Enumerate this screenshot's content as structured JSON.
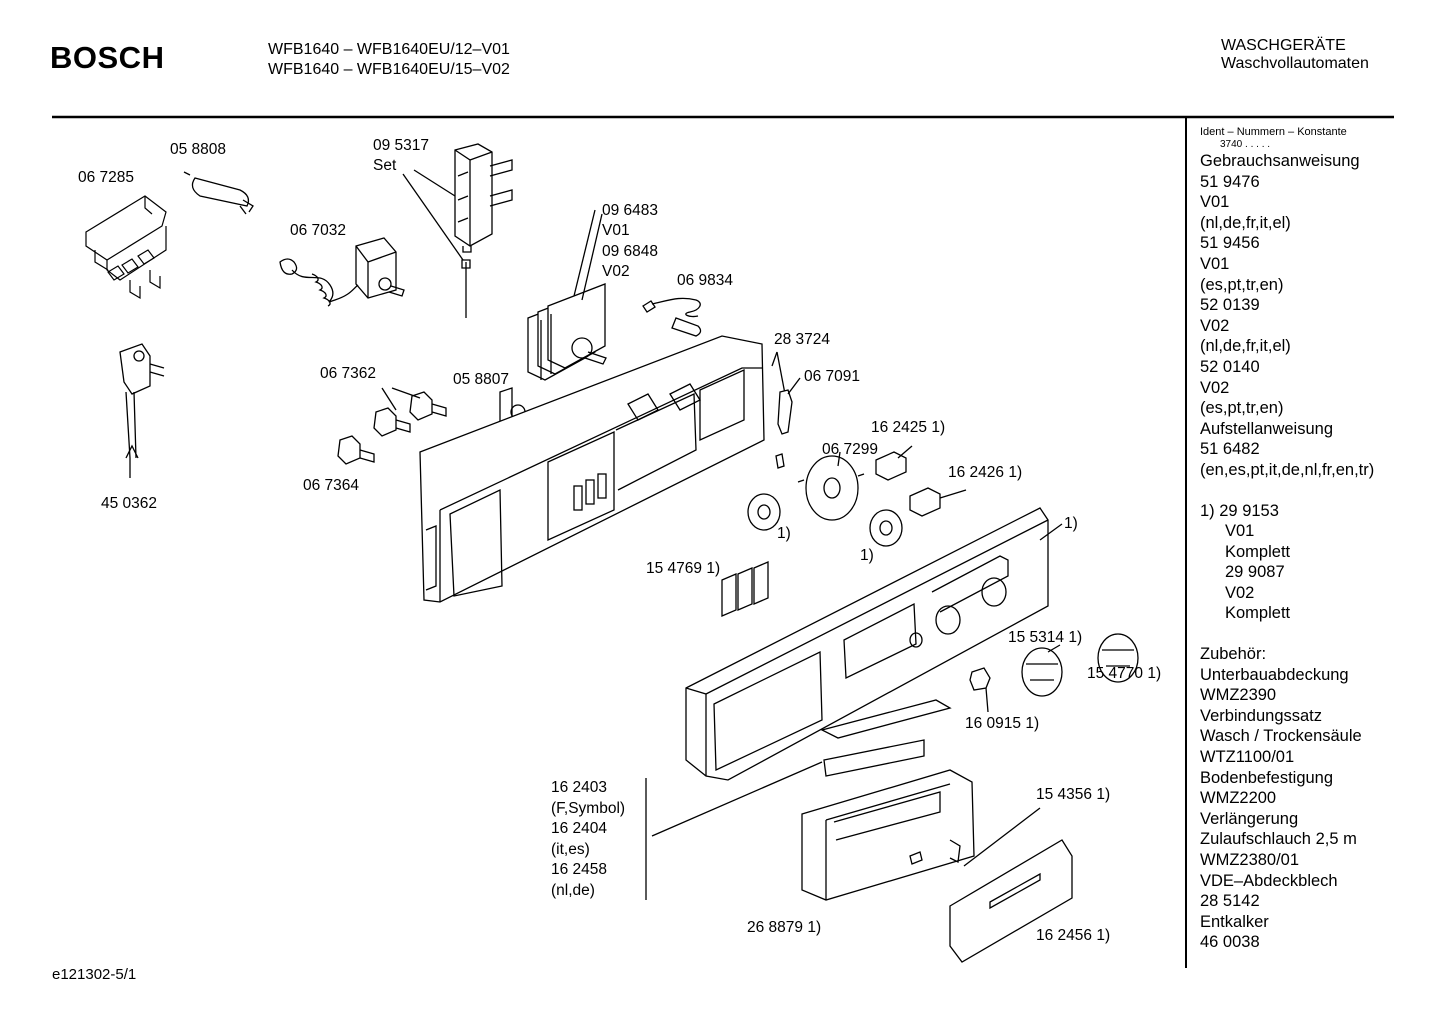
{
  "header": {
    "brand": "BOSCH",
    "model_line_1": "WFB1640 – WFB1640EU/12–V01",
    "model_line_2": "WFB1640 – WFB1640EU/15–V02",
    "category": "WASCHGERÄTE",
    "subcategory": "Waschvollautomaten"
  },
  "footer": {
    "code": "e121302-5/1"
  },
  "parts": {
    "p058808": "05 8808",
    "p067285": "06 7285",
    "p095317": "09 5317",
    "p095317_set": "Set",
    "p067032": "06 7032",
    "p096483": "09 6483",
    "p096483_v": "V01",
    "p096848": "09 6848",
    "p096848_v": "V02",
    "p069834": "06 9834",
    "p283724": "28 3724",
    "p067091": "06 7091",
    "p067362": "06 7362",
    "p058807": "05 8807",
    "p067364": "06 7364",
    "p450362": "45 0362",
    "p162425": "16 2425 1)",
    "p067299": "06 7299",
    "p162426": "16 2426 1)",
    "fn_a": "1)",
    "fn_b": "1)",
    "fn_c": "1)",
    "p154769": "15 4769 1)",
    "p155314": "15 5314 1)",
    "p154770": "15 4770 1)",
    "p160915": "16 0915 1)",
    "p162403_lines": [
      "16 2403",
      "(F,Symbol)",
      "16 2404",
      "(it,es)",
      "16 2458",
      "(nl,de)"
    ],
    "p154356": "15 4356 1)",
    "p268879": "26 8879 1)",
    "p162456": "16 2456 1)"
  },
  "sidebar": {
    "ident_title": "Ident – Nummern – Konstante",
    "ident_value": "3740 . . . . .",
    "lines_a": [
      "Gebrauchsanweisung",
      "51 9476",
      "V01",
      "(nl,de,fr,it,el)",
      "51 9456",
      "V01",
      "(es,pt,tr,en)",
      "52 0139",
      "V02",
      "(nl,de,fr,it,el)",
      "52 0140",
      "V02",
      "(es,pt,tr,en)",
      "Aufstellanweisung",
      "51 6482",
      "(en,es,pt,it,de,nl,fr,en,tr)"
    ],
    "footnote_head": "1)  29 9153",
    "lines_b": [
      "V01",
      "Komplett",
      "29 9087",
      "V02",
      "Komplett"
    ],
    "lines_c": [
      "Zubehör:",
      "Unterbauabdeckung",
      "WMZ2390",
      "Verbindungssatz",
      "Wasch / Trockensäule",
      "WTZ1100/01",
      "Bodenbefestigung",
      "WMZ2200",
      "Verlängerung",
      "Zulaufschlauch 2,5 m",
      "WMZ2380/01",
      "VDE–Abdeckblech",
      "28 5142",
      "Entkalker",
      "46 0038"
    ]
  }
}
